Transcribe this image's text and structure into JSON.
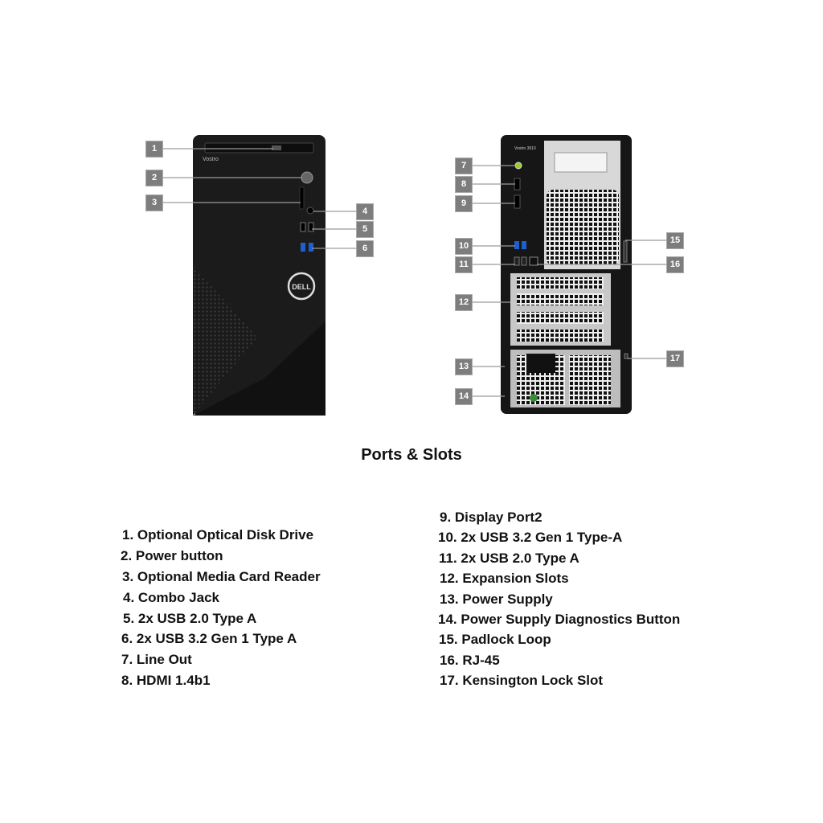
{
  "front": {
    "brand_text": "Vostro",
    "logo_text": "DELL"
  },
  "back": {
    "model_text": "Vostro 3910"
  },
  "callouts": [
    "1",
    "2",
    "3",
    "4",
    "5",
    "6",
    "7",
    "8",
    "9",
    "10",
    "11",
    "12",
    "13",
    "14",
    "15",
    "16",
    "17"
  ],
  "title": "Ports & Slots",
  "list_left": [
    "1. Optional Optical Disk Drive",
    "2. Power button",
    "3. Optional Media Card Reader",
    "4. Combo Jack",
    "5. 2x USB 2.0 Type A",
    "6. 2x USB 3.2 Gen 1 Type A",
    "7. Line Out",
    "8. HDMI 1.4b1"
  ],
  "list_right": [
    "9. Display Port2",
    "10. 2x USB 3.2 Gen 1 Type-A",
    "11. 2x USB 2.0 Type A",
    "12. Expansion Slots",
    "13. Power Supply",
    "14. Power Supply Diagnostics Button",
    "15. Padlock Loop",
    "16. RJ-45",
    "17. Kensington Lock Slot"
  ]
}
